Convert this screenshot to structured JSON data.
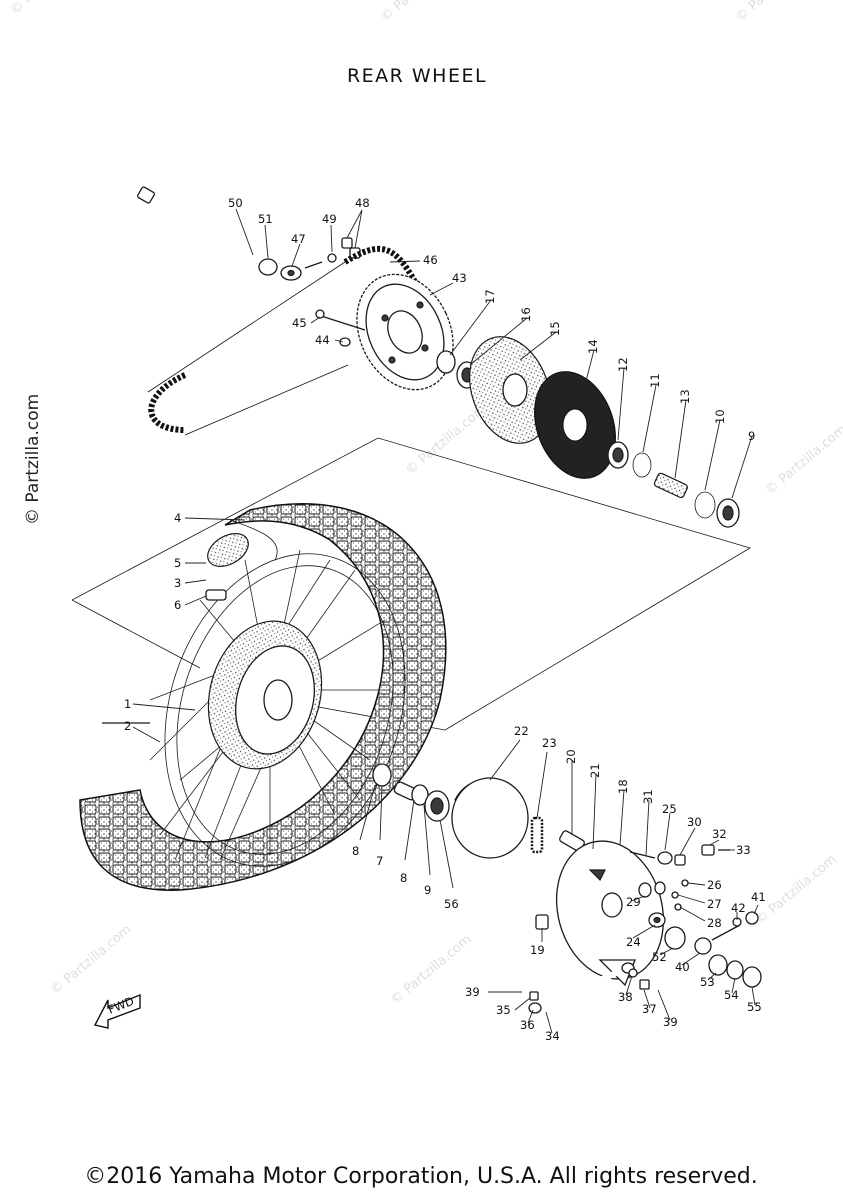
{
  "title": "REAR WHEEL",
  "side_watermark": "© Partzilla.com",
  "background_watermark": "© Partzilla.com",
  "copyright": "©2016 Yamaha Motor Corporation, U.S.A. All rights reserved.",
  "direction_marker": "FWD",
  "callouts": [
    "1",
    "2",
    "3",
    "4",
    "5",
    "6",
    "7",
    "8",
    "8",
    "9",
    "9",
    "10",
    "11",
    "12",
    "13",
    "14",
    "15",
    "16",
    "17",
    "18",
    "19",
    "20",
    "21",
    "22",
    "23",
    "24",
    "25",
    "26",
    "27",
    "28",
    "29",
    "30",
    "31",
    "32",
    "33",
    "34",
    "35",
    "36",
    "37",
    "38",
    "39",
    "39",
    "40",
    "41",
    "42",
    "43",
    "44",
    "45",
    "46",
    "47",
    "48",
    "49",
    "50",
    "51",
    "52",
    "53",
    "54",
    "55",
    "56"
  ]
}
